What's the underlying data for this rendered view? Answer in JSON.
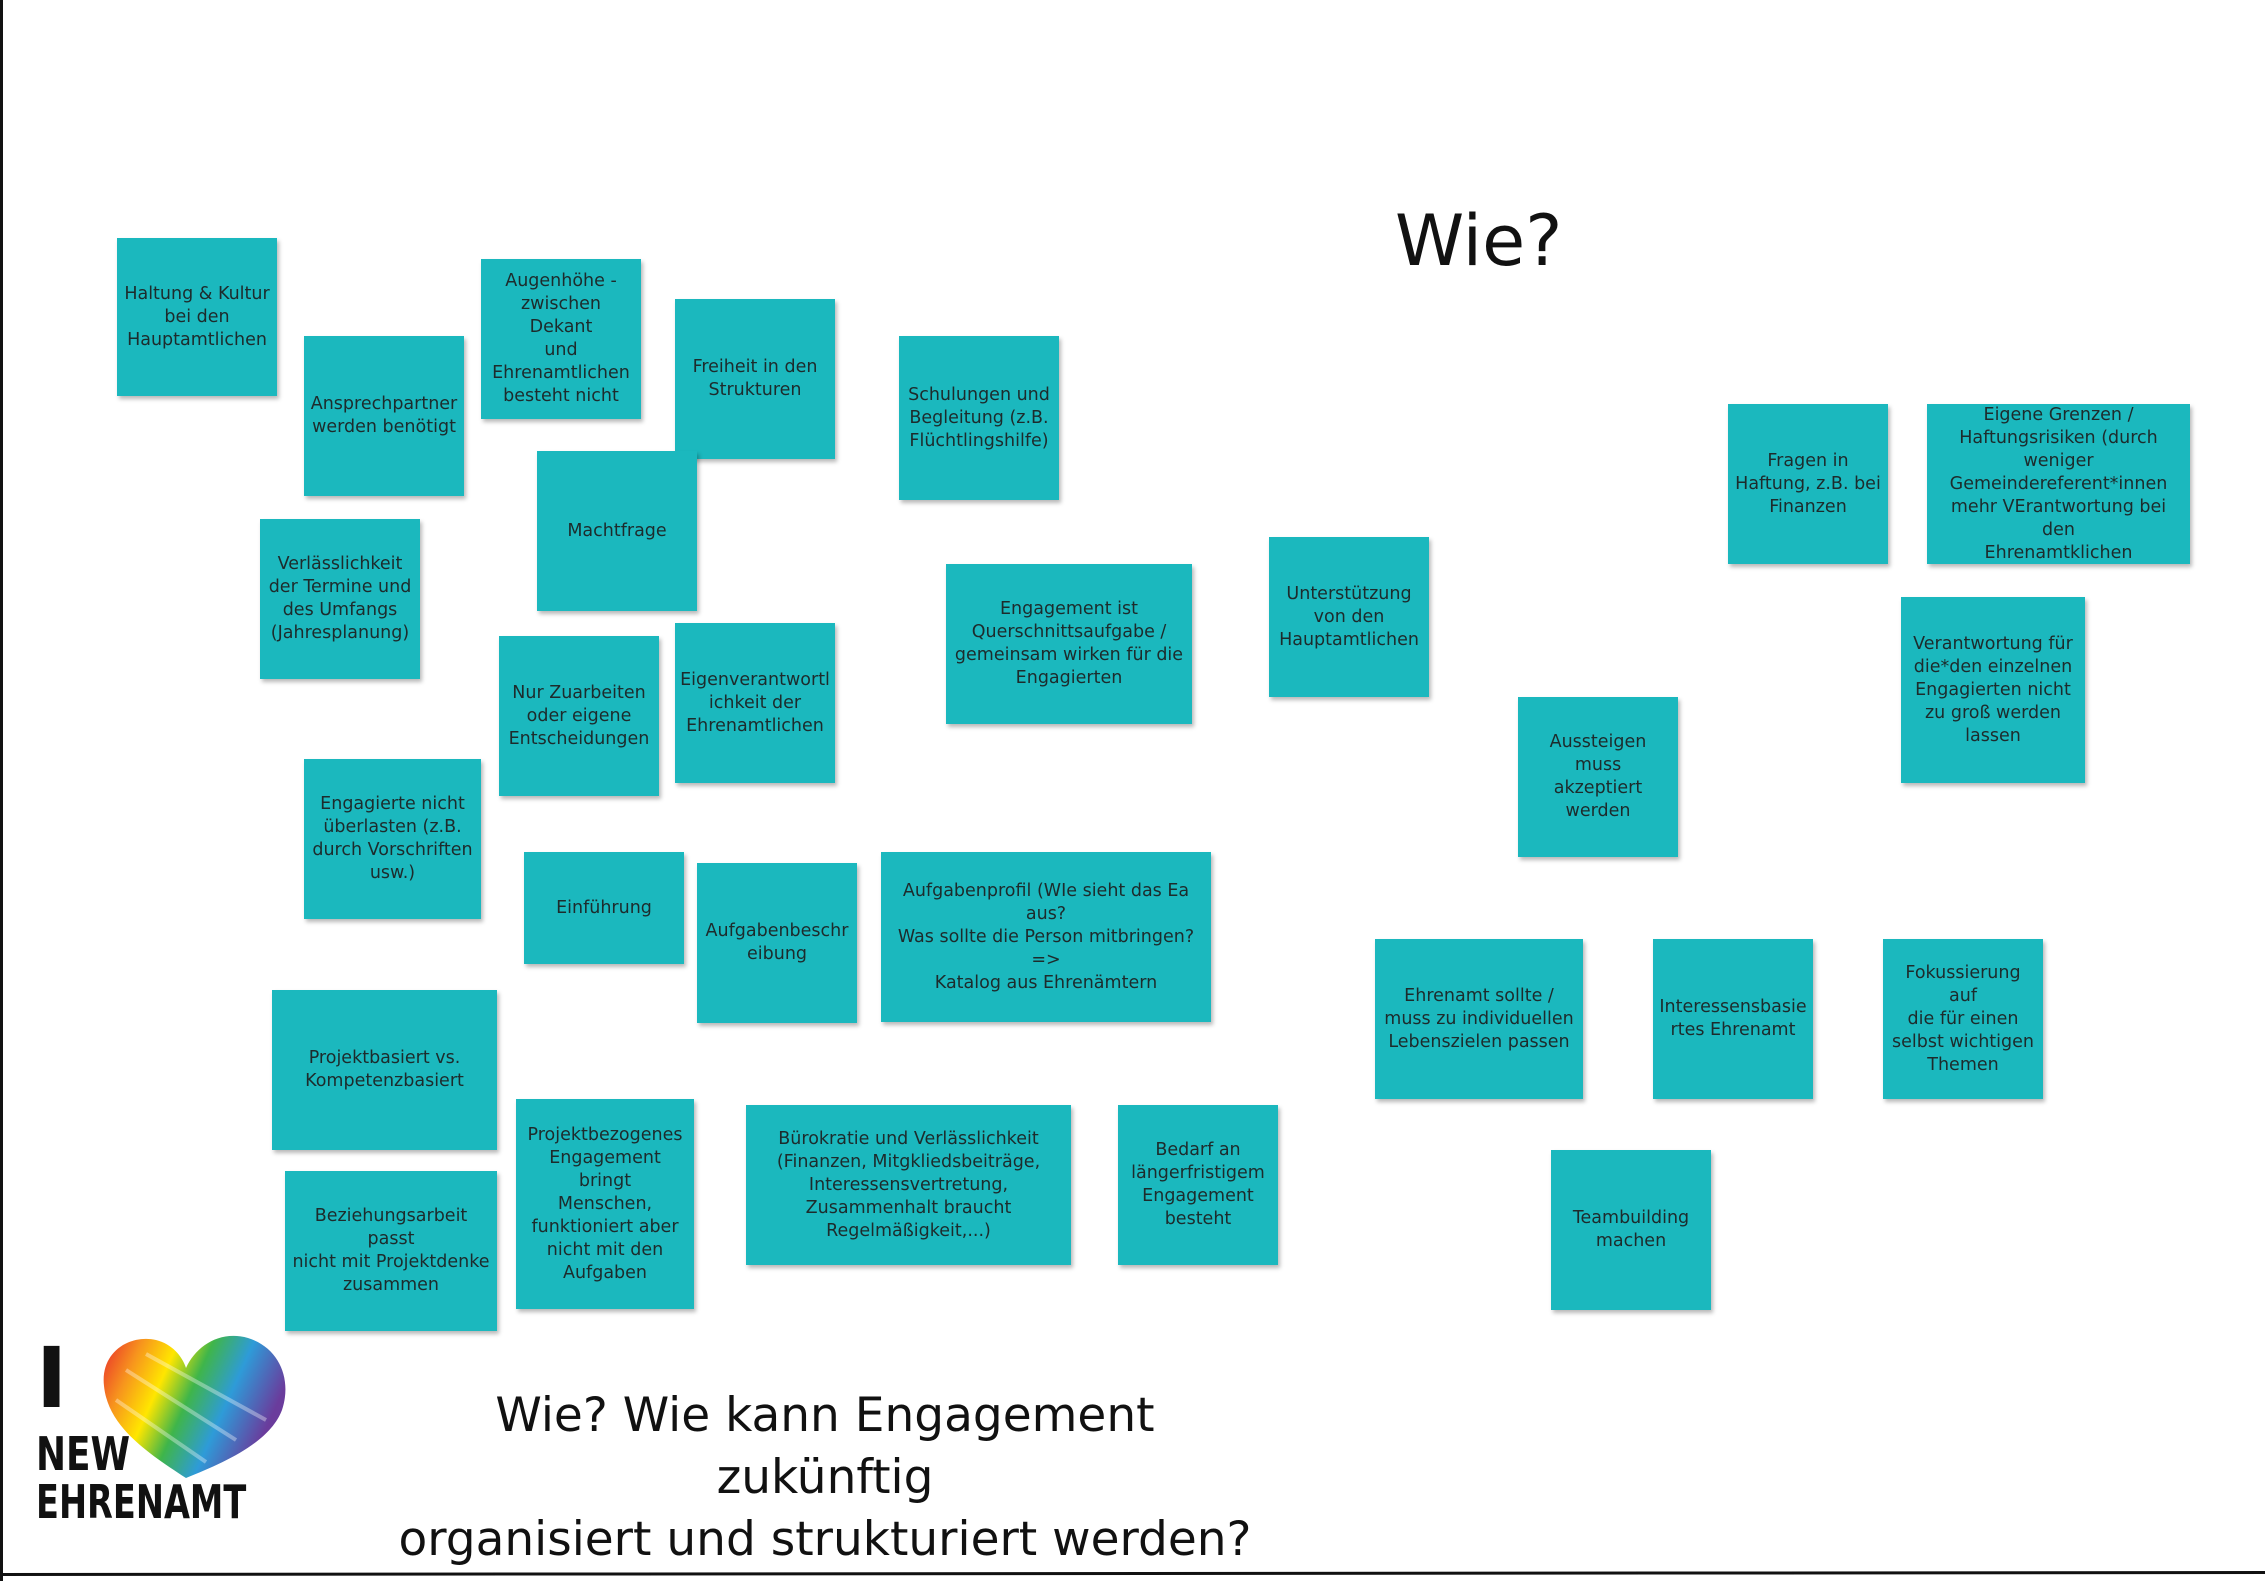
{
  "board": {
    "heading": "Wie?",
    "question": "Wie? Wie kann Engagement zukünftig\n organisiert und strukturiert werden?",
    "note_color": "#1bb8be"
  },
  "notes": [
    "Haltung & Kultur\nbei den\nHauptamtlichen",
    "Ansprechpartner\nwerden benötigt",
    "Augenhöhe -\nzwischen Dekant\nund\nEhrenamtlichen\nbesteht nicht",
    "Freiheit in den\nStrukturen",
    "Schulungen und\nBegleitung (z.B.\nFlüchtlingshilfe)",
    "Machtfrage",
    "Verlässlichkeit\nder Termine und\ndes Umfangs\n(Jahresplanung)",
    "Nur Zuarbeiten\noder eigene\nEntscheidungen",
    "Eigenverantwortl\nichkeit der\nEhrenamtlichen",
    "Engagement ist\nQuerschnittsaufgabe /\ngemeinsam wirken für die\nEngagierten",
    "Unterstützung\nvon den\nHauptamtlichen",
    "Fragen in\nHaftung, z.B. bei\nFinanzen",
    "Eigene Grenzen /\nHaftungsrisiken (durch\nweniger\nGemeindereferent*innen\nmehr VErantwortung bei den\nEhrenamtklichen",
    "Verantwortung für\ndie*den einzelnen\nEngagierten nicht\nzu groß werden\nlassen",
    "Aussteigen muss\nakzeptiert\nwerden",
    "Engagierte nicht\nüberlasten (z.B.\ndurch Vorschriften\nusw.)",
    "Einführung",
    "Aufgabenbeschr\neibung",
    "Aufgabenprofil (WIe sieht das Ea aus?\nWas sollte die Person mitbringen? =>\nKatalog aus Ehrenämtern",
    "Ehrenamt sollte /\nmuss zu  individuellen\nLebenszielen passen",
    "Interessensbasie\nrtes Ehrenamt",
    "Fokussierung auf\ndie für einen\nselbst wichtigen\nThemen",
    "Projektbasiert vs.\nKompetenzbasiert",
    "Projektbezogenes\nEngagement bringt\nMenschen,\nfunktioniert aber\nnicht mit den\nAufgaben",
    "Bürokratie und Verlässlichkeit\n(Finanzen, Mitgkliedsbeiträge,\nInteressensvertretung,\nZusammenhalt braucht\nRegelmäßigkeit,...)",
    "Bedarf an\nlängerfristigem\nEngagement\nbesteht",
    "Teambuilding\nmachen",
    "Beziehungsarbeit passt\nnicht mit Projektdenke\nzusammen"
  ],
  "logo": {
    "line1": "I",
    "line2": "NEW",
    "line3": "EHRENAMT",
    "heart_icon": "rainbow-heart-icon"
  }
}
